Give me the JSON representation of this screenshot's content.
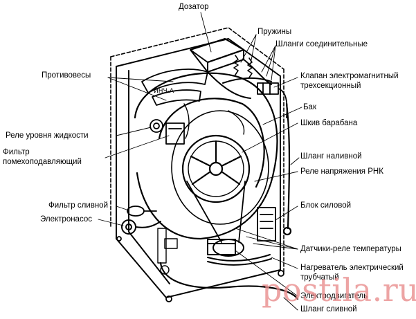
{
  "labels": {
    "dosator": "Дозатор",
    "pruzhiny": "Пружины",
    "shlangi": "Шланги соединительные",
    "protivovesy": "Противовесы",
    "klapan1": "Клапан электромагнитный",
    "klapan2": "трехсекционный",
    "bak": "Бак",
    "shkiv": "Шкив барабана",
    "rele_urovnya": "Реле уровня жидкости",
    "filtr_pomeh1": "Фильтр",
    "filtr_pomeh2": "помехоподавляющий",
    "shlang_naliv": "Шланг наливной",
    "rele_rnk": "Реле напряжения РНК",
    "filtr_sliv": "Фильтр сливной",
    "blok": "Блок силовой",
    "elektronasos": "Электронасос",
    "datchiki": "Датчики-реле температуры",
    "nagrevatel1": "Нагреватель электрический",
    "nagrevatel2": "трубчатый",
    "elektrodvig": "Электродвигатель",
    "shlang_sliv": "Шланг сливной"
  },
  "watermark": "postila.ru"
}
